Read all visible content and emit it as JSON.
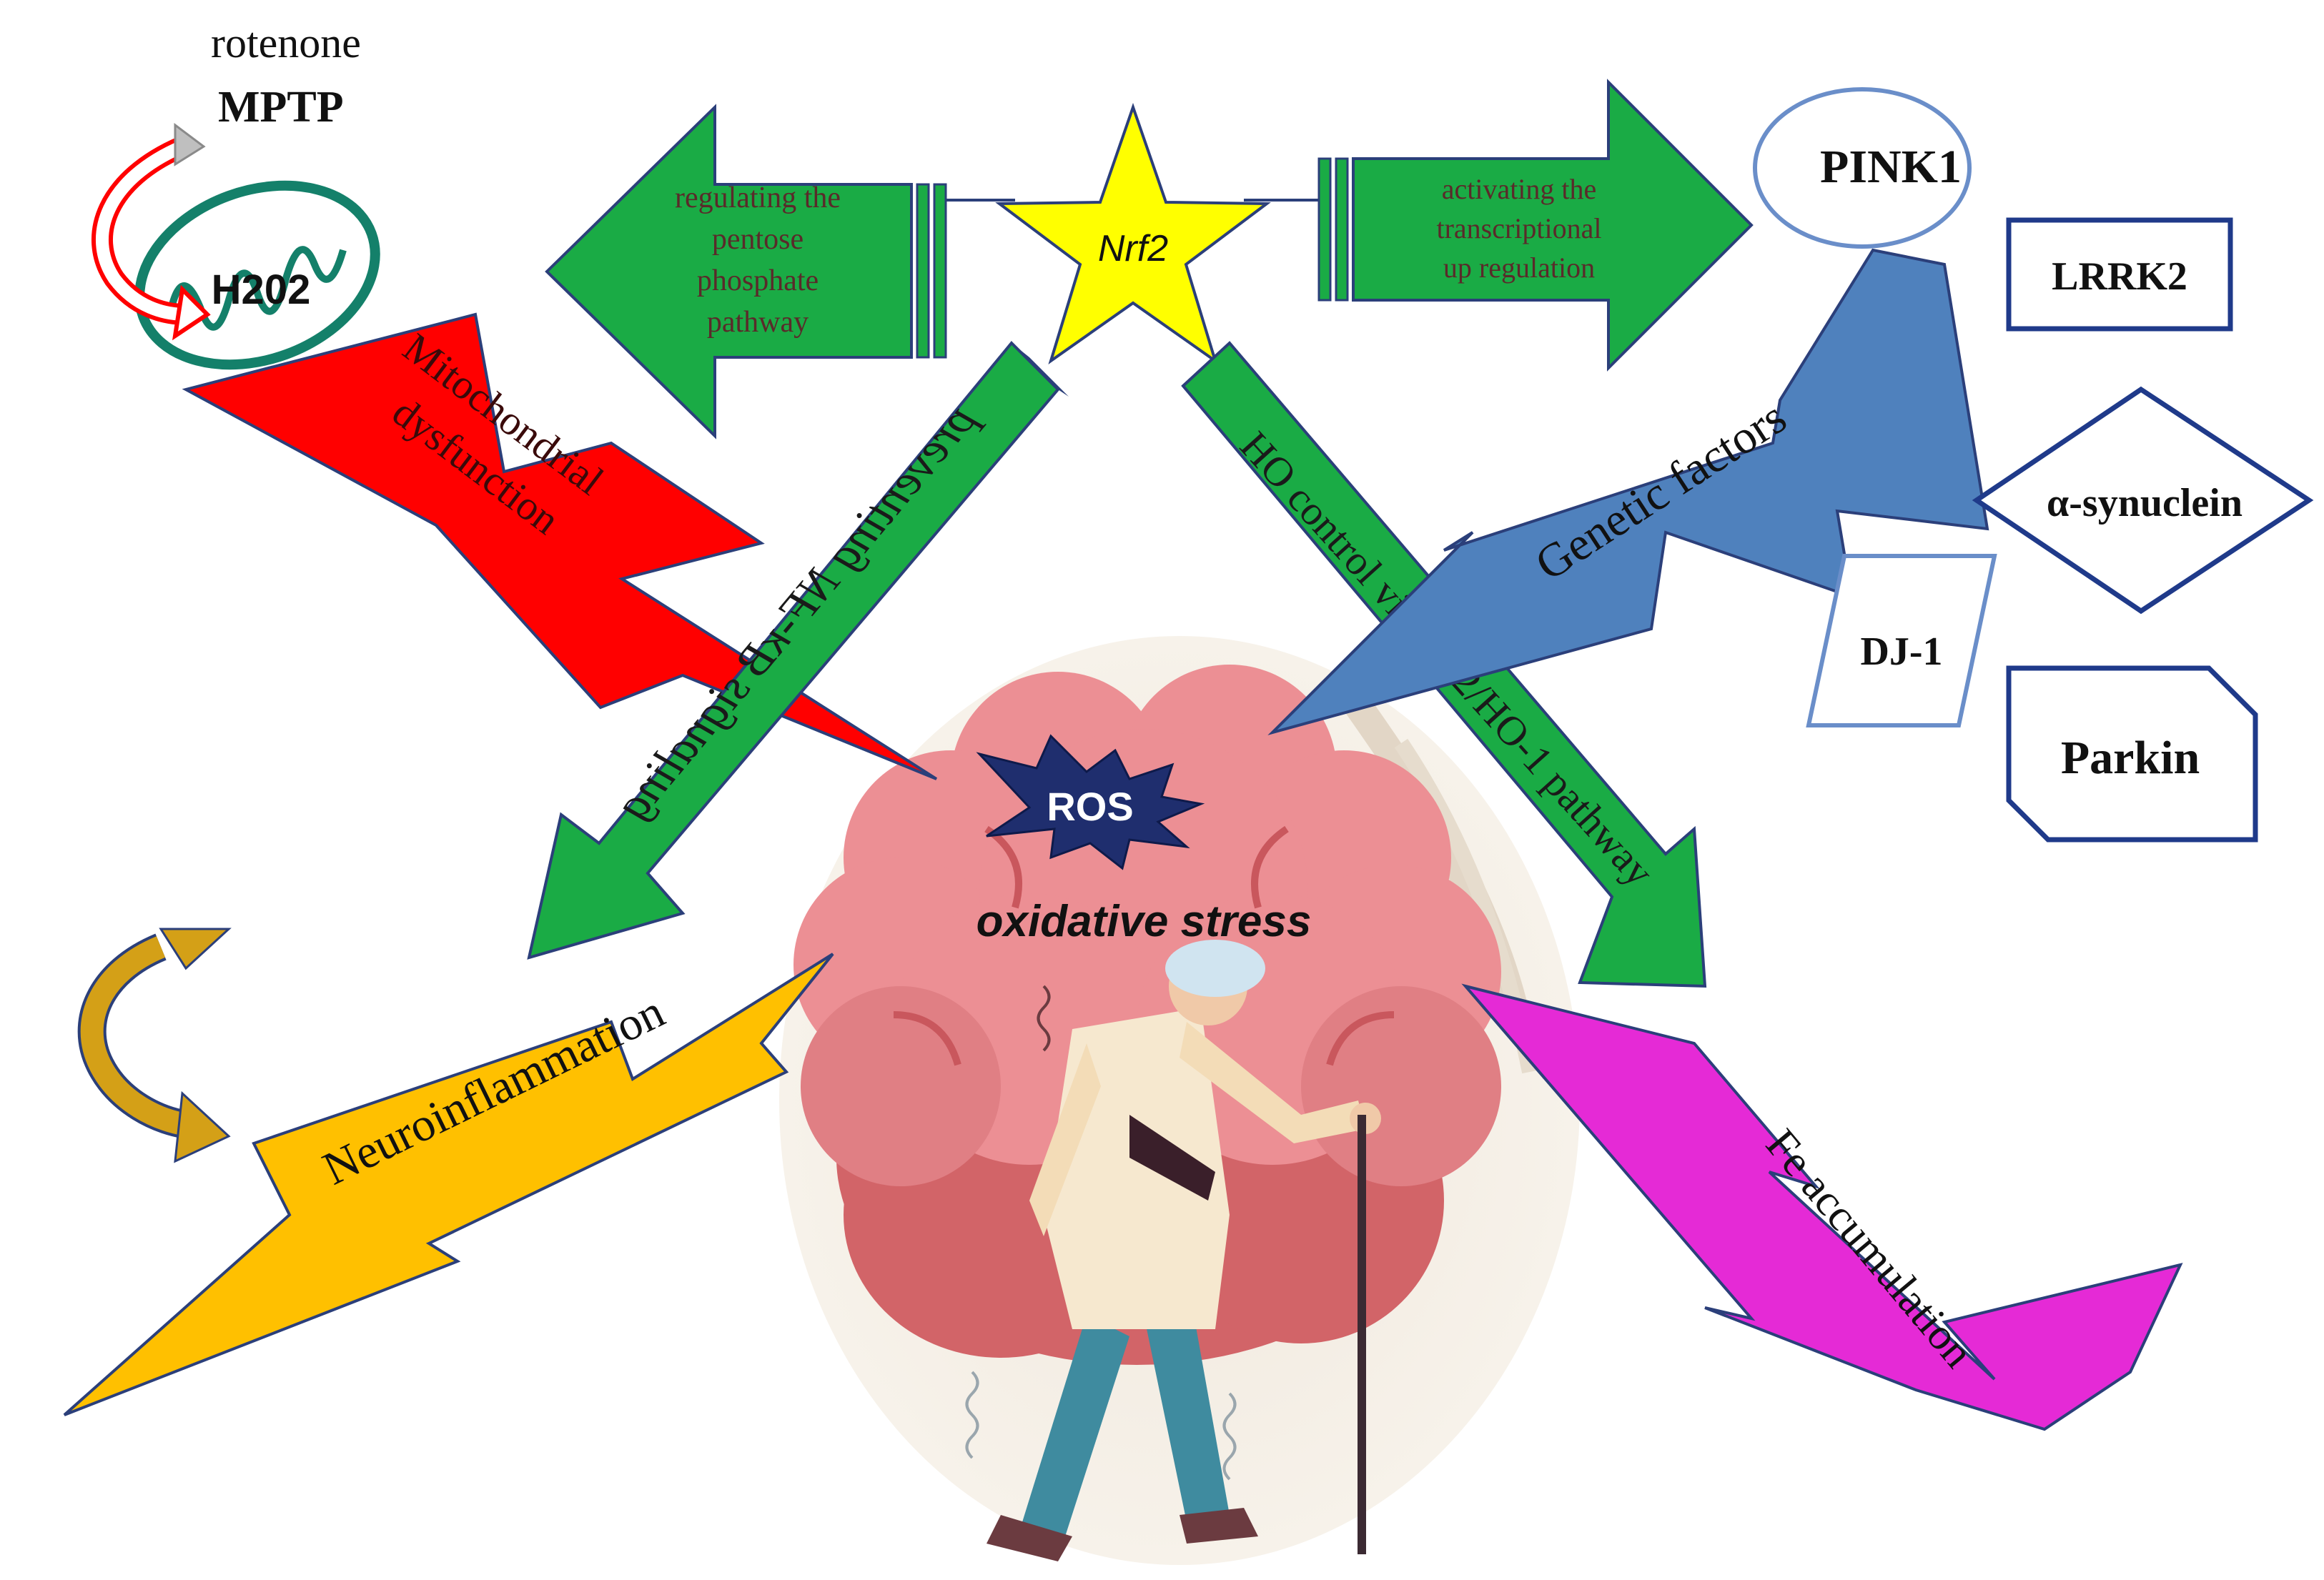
{
  "triggers": {
    "line1": "rotenone",
    "line2": "MPTP"
  },
  "mitochondrion": {
    "label": "H202"
  },
  "nrf2": {
    "label": "Nrf2"
  },
  "left_arrow": {
    "line1": "regulating the",
    "line2": "pentose",
    "line3": "phosphate",
    "line4": "pathway"
  },
  "right_arrow": {
    "line1": "activating  the",
    "line2": "transcriptional",
    "line3": "up regulation"
  },
  "diag_left_arrow": {
    "label": "preventing NF-κB signaling"
  },
  "diag_right_arrow": {
    "label": "HO control via Nrf2/HO-1 pathway"
  },
  "bolts": {
    "mito_line1": "Mitochondrial",
    "mito_line2": "dysfunction",
    "genetic": "Genetic factors",
    "neuro": "Neuroinflammation",
    "fe": "Fe accumulation"
  },
  "center": {
    "ros": "ROS",
    "stress": "oxidative stress"
  },
  "genes": {
    "pink1": "PINK1",
    "lrrk2": "LRRK2",
    "synuclein": "α-synuclein",
    "dj1": "DJ-1",
    "parkin": "Parkin"
  },
  "colors": {
    "green": "#1aab45",
    "green_dark": "#0b7a2e",
    "red": "#ff0000",
    "yellow_star": "#ffff00",
    "blue_bolt": "#4f81bd",
    "gold_bolt": "#ffc000",
    "magenta_bolt": "#e52ad6",
    "brain_light": "#ec8f94",
    "brain_dark": "#d26468",
    "navy": "#1f3a8a"
  }
}
